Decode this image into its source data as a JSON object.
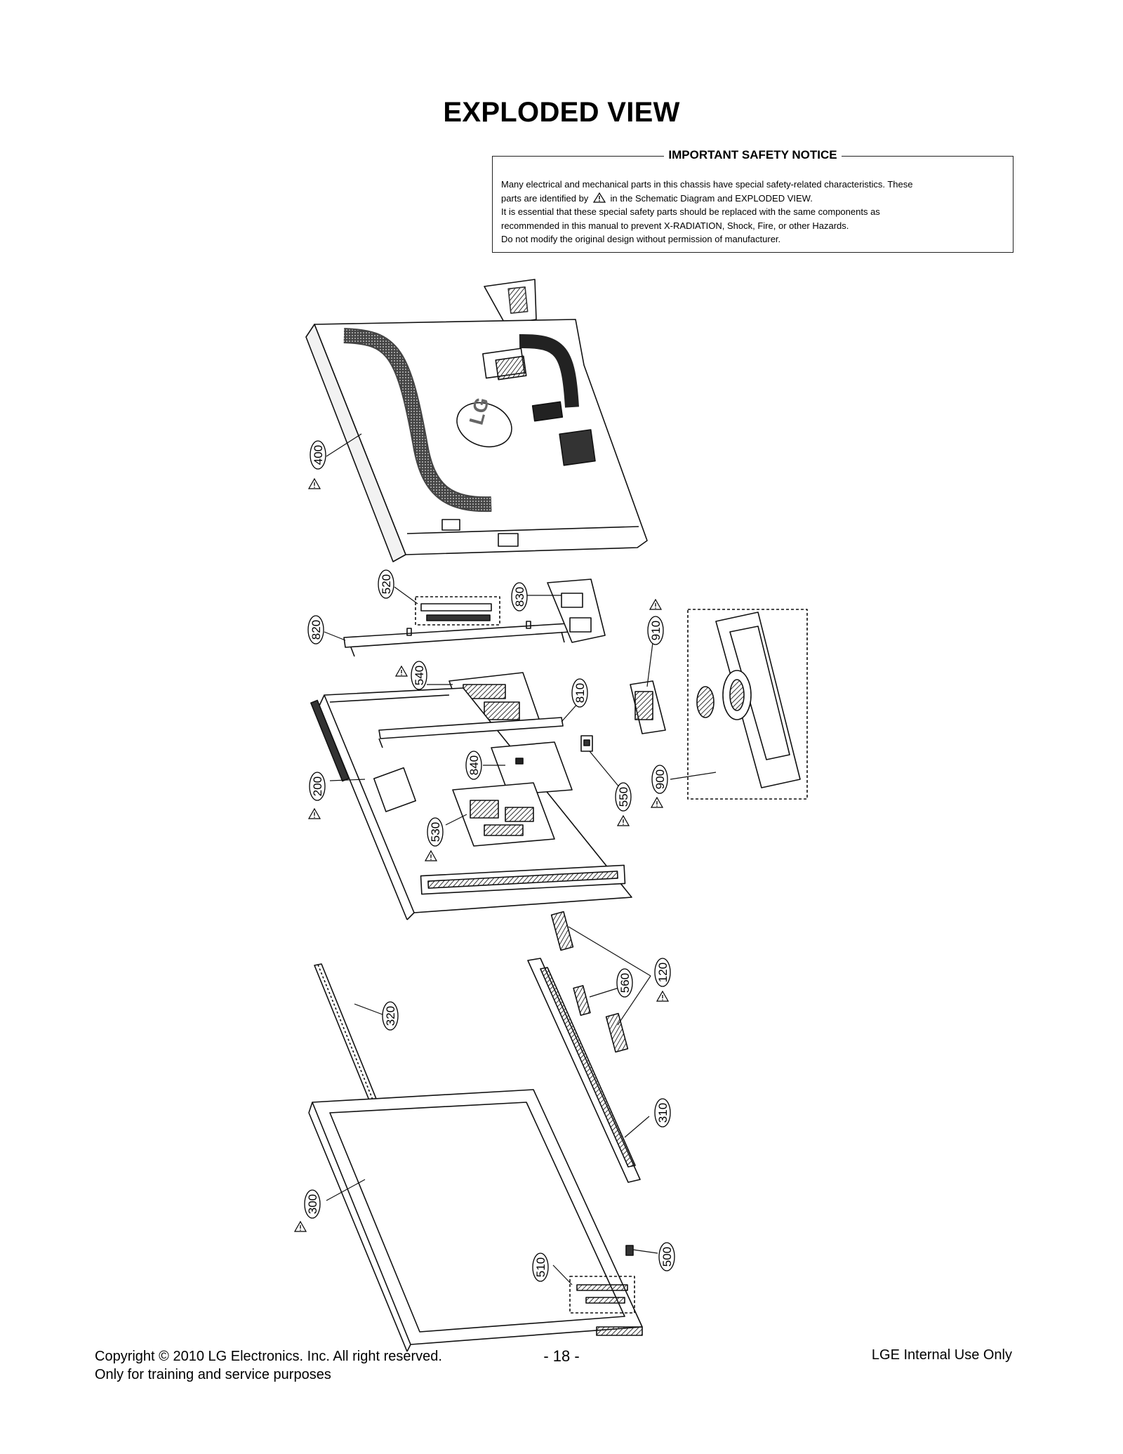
{
  "title": "EXPLODED VIEW",
  "notice": {
    "heading": "IMPORTANT SAFETY NOTICE",
    "line1": "Many electrical and mechanical parts in this chassis have special safety-related characteristics. These",
    "line2a": "parts are identified by",
    "line2b": "in the Schematic Diagram and EXPLODED VIEW.",
    "line3": "It is essential that these special safety parts should be replaced with the same components as",
    "line4": "recommended in this manual to prevent X-RADIATION, Shock, Fire, or other Hazards.",
    "line5": "Do not modify the original design without permission of manufacturer."
  },
  "parts": {
    "p400": "400",
    "p520": "520",
    "p830": "830",
    "p820": "820",
    "p910": "910",
    "p540": "540",
    "p810": "810",
    "p840": "840",
    "p200": "200",
    "p550": "550",
    "p900": "900",
    "p530": "530",
    "p120": "120",
    "p560": "560",
    "p320": "320",
    "p310": "310",
    "p300": "300",
    "p500": "500",
    "p510": "510"
  },
  "logo_text": "LG",
  "footer": {
    "copyright": "Copyright © 2010 LG Electronics. Inc. All right reserved.",
    "purpose": "Only for training and service purposes",
    "page": "- 18 -",
    "internal": "LGE Internal Use Only"
  }
}
